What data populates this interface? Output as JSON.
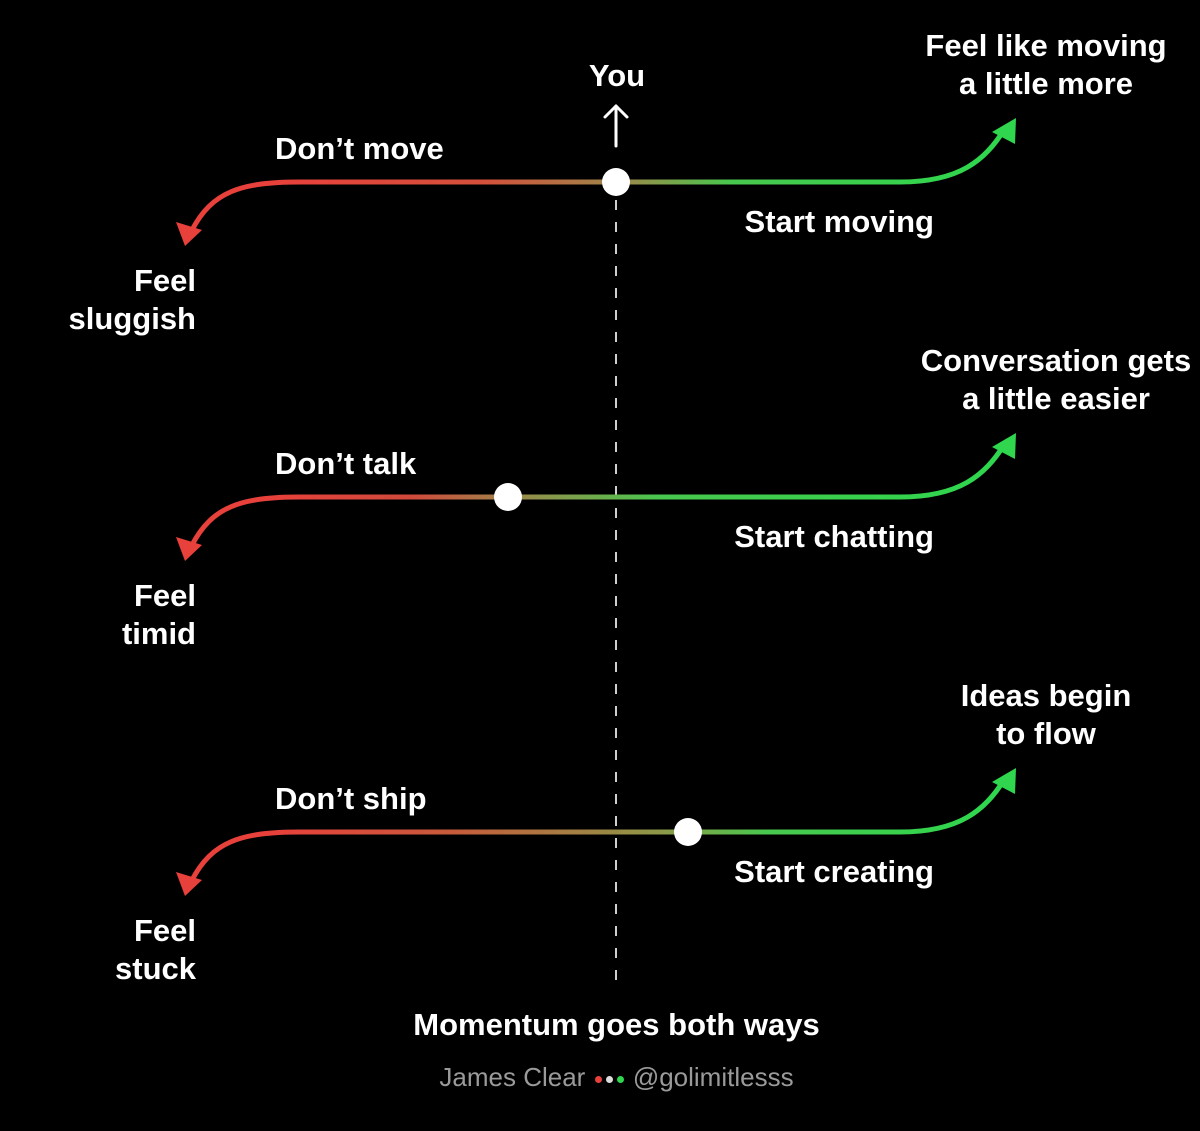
{
  "header": {
    "you_label": "You"
  },
  "rows": [
    {
      "left_action": "Don’t move",
      "left_outcome_line1": "Feel",
      "left_outcome_line2": "sluggish",
      "right_action": "Start moving",
      "right_outcome_line1": "Feel like moving",
      "right_outcome_line2": "a little more"
    },
    {
      "left_action": "Don’t talk",
      "left_outcome_line1": "Feel",
      "left_outcome_line2": "timid",
      "right_action": "Start chatting",
      "right_outcome_line1": "Conversation gets",
      "right_outcome_line2": "a little easier"
    },
    {
      "left_action": "Don’t ship",
      "left_outcome_line1": "Feel",
      "left_outcome_line2": "stuck",
      "right_action": "Start creating",
      "right_outcome_line1": "Ideas begin",
      "right_outcome_line2": "to flow"
    }
  ],
  "footer": {
    "caption": "Momentum goes both ways",
    "author": "James Clear",
    "handle": "@golimitlesss"
  },
  "colors": {
    "background": "#000000",
    "negative": "#e8403b",
    "positive": "#2fd64e",
    "neutral": "#9a9a9a",
    "text": "#ffffff"
  }
}
